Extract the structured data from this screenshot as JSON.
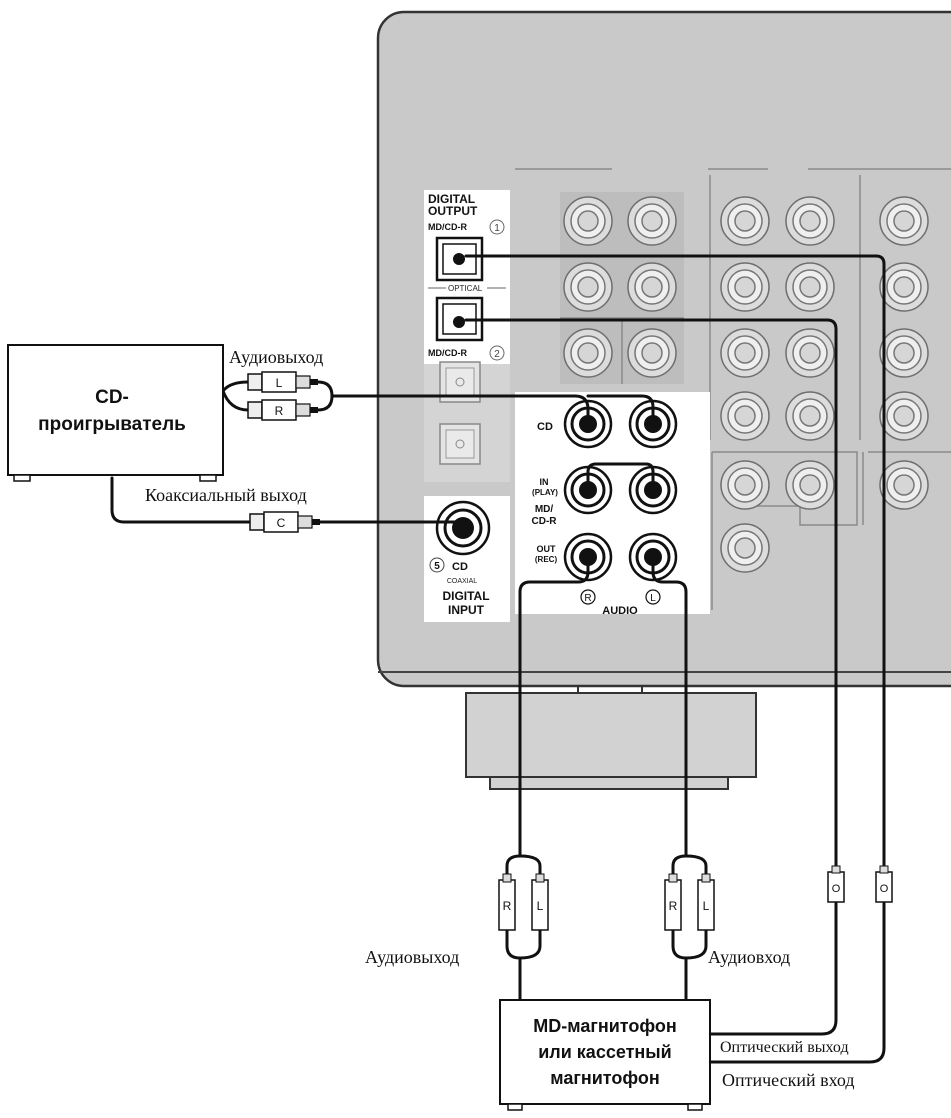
{
  "receiver": {
    "digital_output": {
      "title_line1": "DIGITAL",
      "title_line2": "OUTPUT",
      "port1_label": "MD/CD-R",
      "port1_number": "1",
      "optical_label": "OPTICAL",
      "port2_label": "MD/CD-R",
      "port2_number": "2"
    },
    "digital_input": {
      "port_number": "5",
      "port_label": "CD",
      "coaxial_label": "COAXIAL",
      "title_line1": "DIGITAL",
      "title_line2": "INPUT"
    },
    "audio": {
      "cd_label": "CD",
      "in_label": "IN",
      "play_label": "(PLAY)",
      "md_label_line1": "MD/",
      "md_label_line2": "CD-R",
      "out_label": "OUT",
      "rec_label": "(REC)",
      "right_marker": "R",
      "left_marker": "L",
      "section_label": "AUDIO"
    }
  },
  "cd_player": {
    "name_line1": "CD-",
    "name_line2": "проигрыватель",
    "audio_out_label": "Аудиовыход",
    "coax_out_label": "Коаксиальный выход",
    "plug_left": "L",
    "plug_right": "R",
    "plug_coax": "C"
  },
  "md_recorder": {
    "name_line1": "MD-магнитофон",
    "name_line2": "или кассетный",
    "name_line3": "магнитофон",
    "audio_out_label": "Аудиовыход",
    "audio_in_label": "Аудиовход",
    "optical_out_label": "Оптический выход",
    "optical_in_label": "Оптический вход",
    "plug_right": "R",
    "plug_left": "L",
    "plug_optical": "O"
  }
}
